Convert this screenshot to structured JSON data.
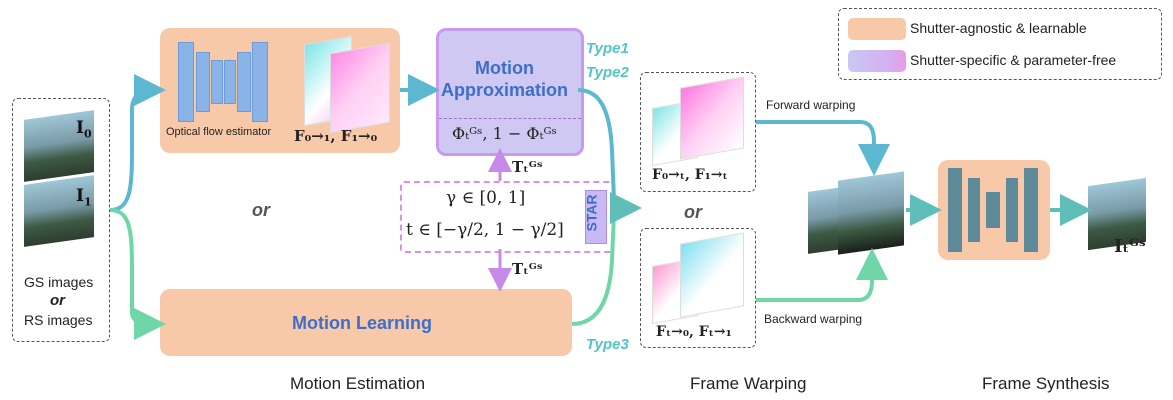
{
  "legend": {
    "learnable": "Shutter-agnostic & learnable",
    "param_free": "Shutter-specific & parameter-free",
    "learnable_color": "#f7c9a8",
    "param_free_color": "#cfc8f3"
  },
  "input": {
    "label_I0": "I",
    "sub_I0": "0",
    "label_I1": "I",
    "sub_I1": "1",
    "gs": "GS images",
    "or": "or",
    "rs": "RS images"
  },
  "flow_estimator": {
    "label": "Optical flow estimator",
    "output": "F₀→₁, F₁→₀"
  },
  "motion_approx": {
    "title_line1": "Motion",
    "title_line2": "Approximation",
    "formula": "Φₜᴳˢ, 1 − Φₜᴳˢ"
  },
  "star": {
    "label": "STAR",
    "gamma": "γ ∈ [0, 1]",
    "t_range": "t ∈ [−γ/2, 1 − γ/2]",
    "T_top": "Tₜᴳˢ",
    "T_bottom": "Tₜᴳˢ"
  },
  "or_middle": "or",
  "or_right": "or",
  "motion_learning": "Motion Learning",
  "types": {
    "type1": "Type1",
    "type2": "Type2",
    "type3": "Type3"
  },
  "warping": {
    "forward": "Forward warping",
    "backward": "Backward warping",
    "flow_forward": "F₀→ₜ, F₁→ₜ",
    "flow_backward": "Fₜ→₀, Fₜ→₁"
  },
  "output": {
    "label": "Iₜᴳˢ"
  },
  "captions": {
    "motion_estimation": "Motion Estimation",
    "frame_warping": "Frame Warping",
    "frame_synthesis": "Frame Synthesis"
  },
  "colors": {
    "arrow_blue": "#5bb8d0",
    "arrow_green": "#6fd6a8",
    "arrow_purple": "#c78ae8",
    "unet_gray": "#5f8a9a",
    "flow_net_blue": "#8ab4e8"
  }
}
